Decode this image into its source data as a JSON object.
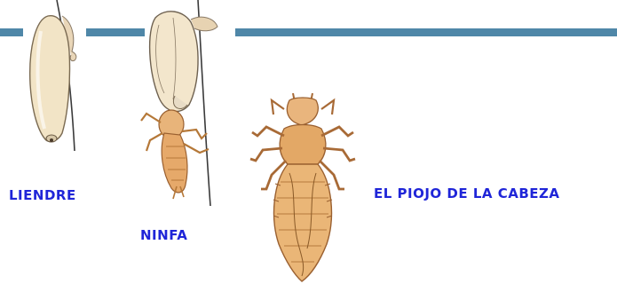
{
  "colors": {
    "accent_bar": "#4f87a8",
    "label_text": "#1f25d8"
  },
  "labels": {
    "nit": "LIENDRE",
    "nymph": "NINFA",
    "louse": "EL PIOJO DE LA CABEZA"
  },
  "figures": [
    {
      "stage": "nit",
      "icon": "nit-egg-on-hair-illustration"
    },
    {
      "stage": "nymph",
      "icon": "nymph-hatching-illustration"
    },
    {
      "stage": "louse",
      "icon": "adult-head-louse-illustration"
    }
  ]
}
